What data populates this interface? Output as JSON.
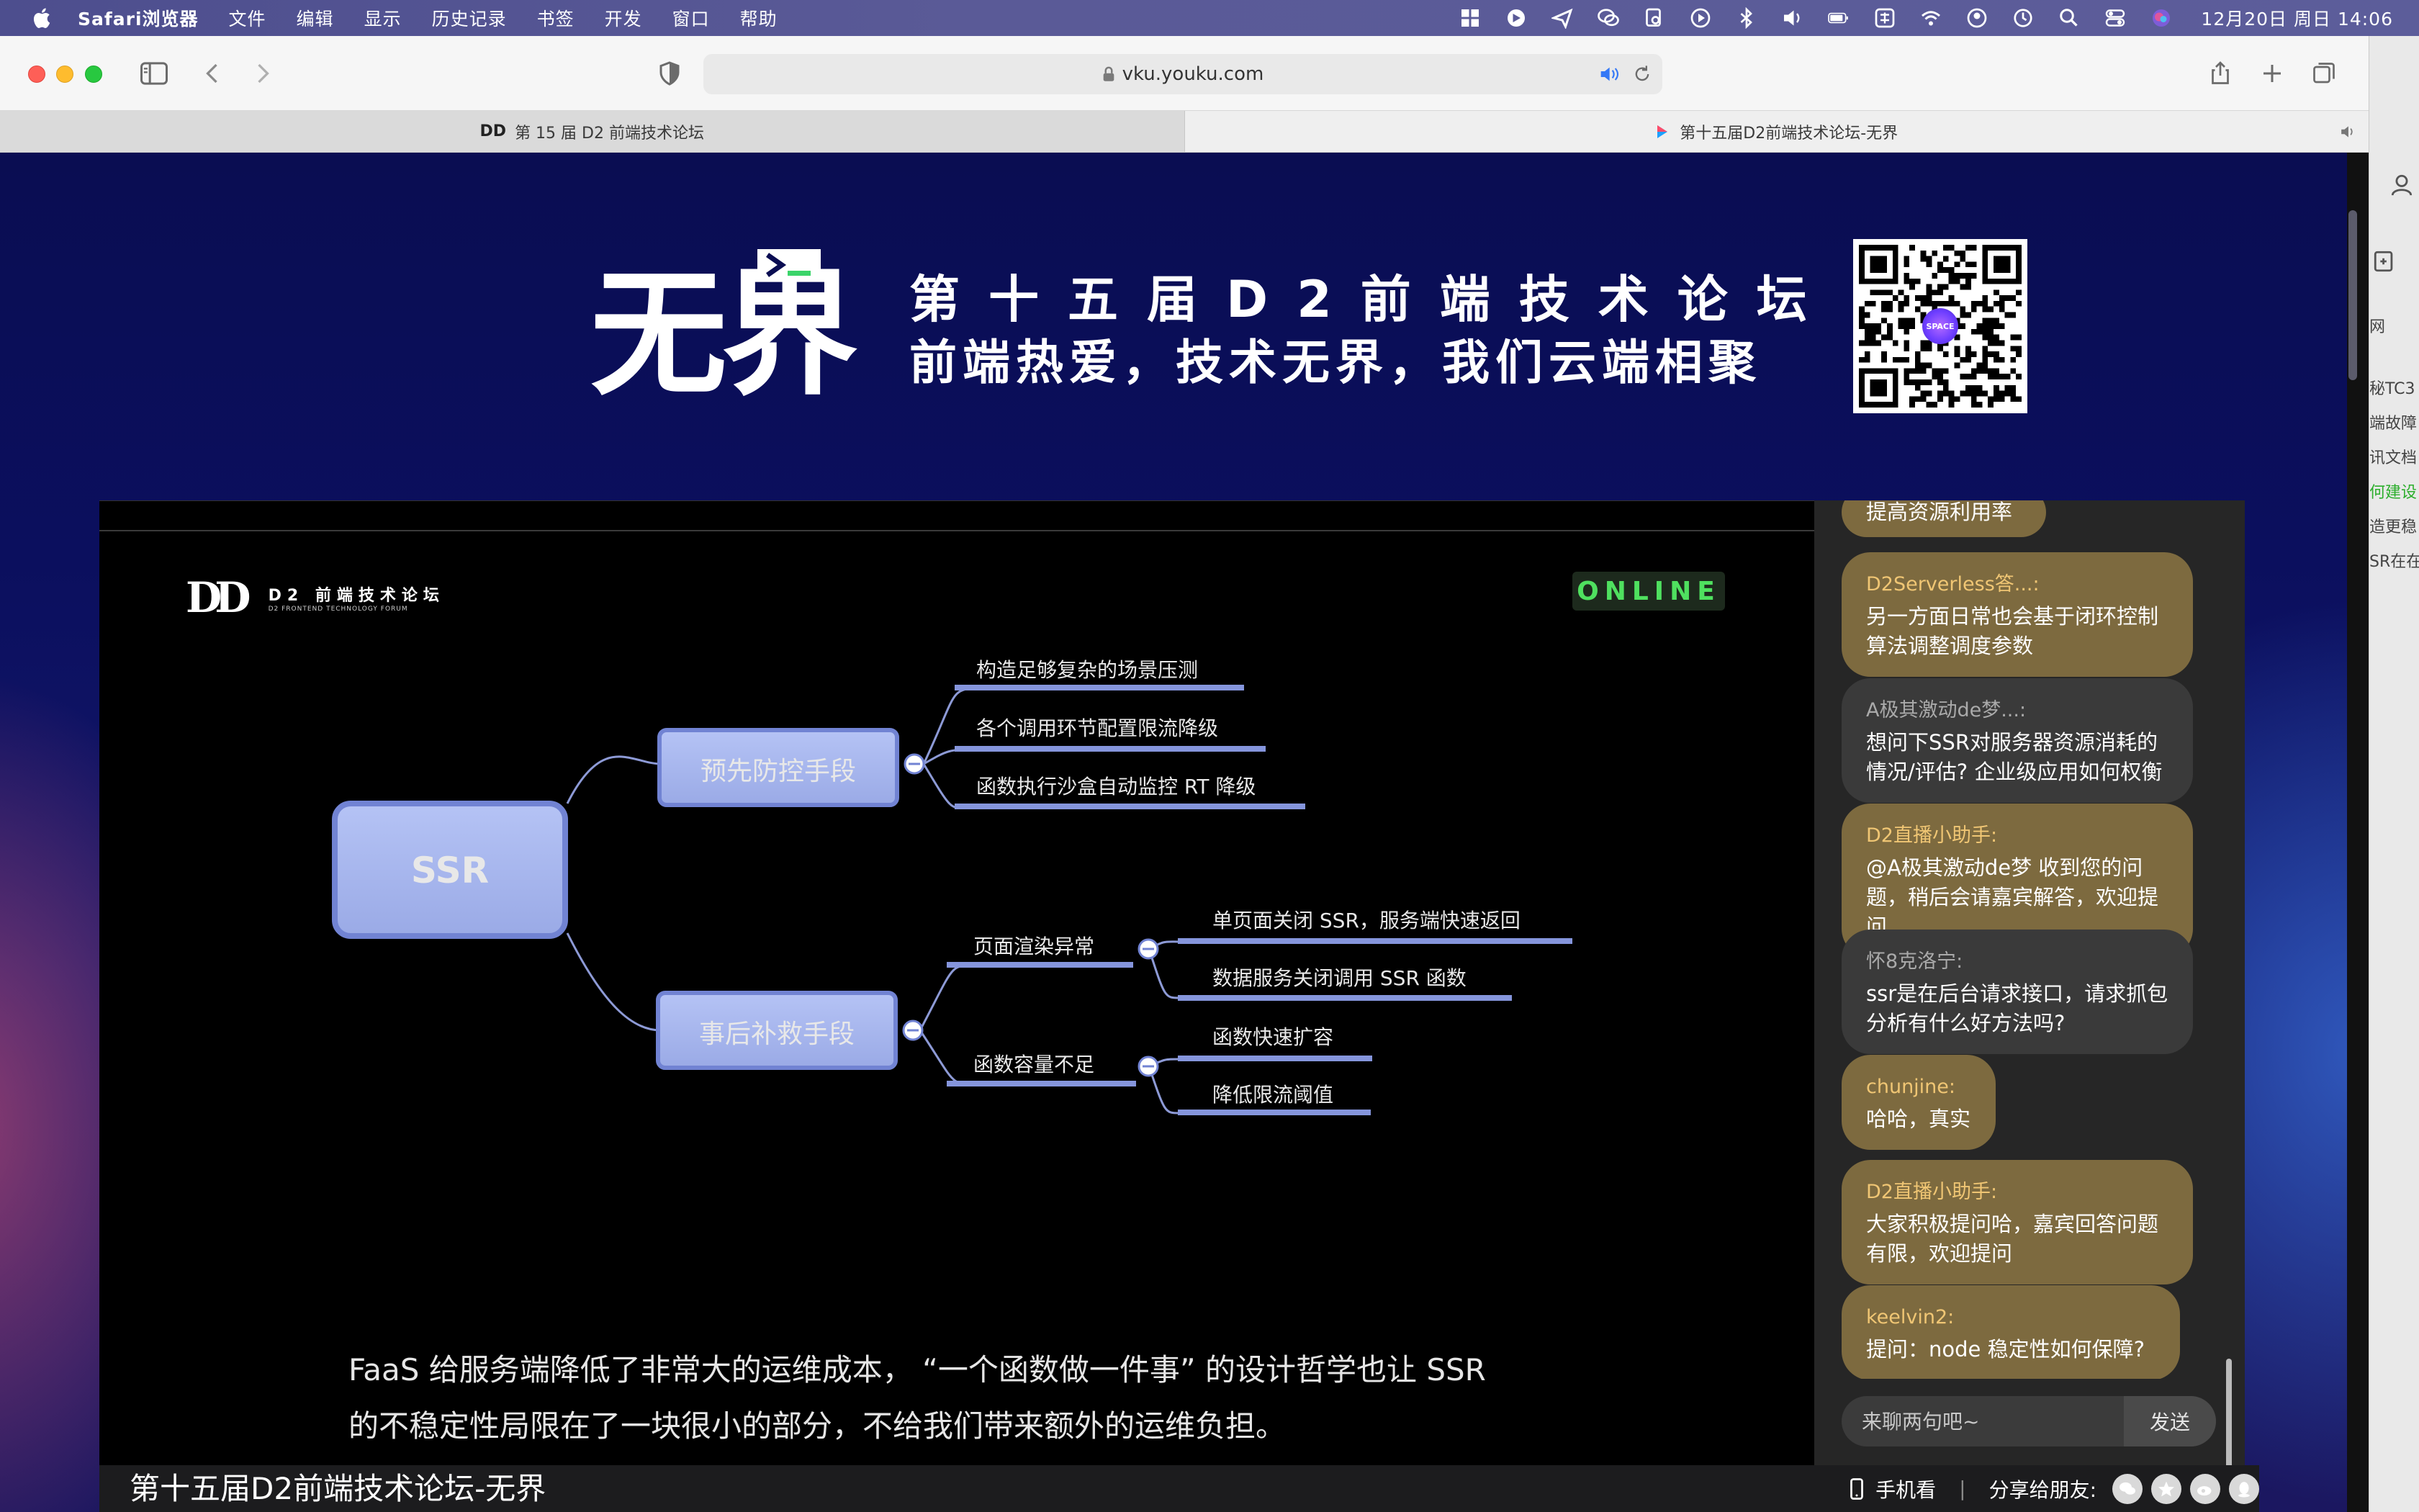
{
  "menubar": {
    "items": [
      "Safari浏览器",
      "文件",
      "编辑",
      "显示",
      "历史记录",
      "书签",
      "开发",
      "窗口",
      "帮助"
    ],
    "clock": "12月20日 周日  14:06"
  },
  "browser": {
    "url": "vku.youku.com",
    "tabs": [
      {
        "label": "第 15 届 D2 前端技术论坛",
        "favicon": "DD"
      },
      {
        "label": "第十五届D2前端技术论坛-无界"
      }
    ]
  },
  "banner": {
    "logo_text": "无界",
    "line1": "第十五届D2前端技术论坛",
    "line2": "前端热爱，技术无界，我们云端相聚",
    "qr_label": "SPACE"
  },
  "slide": {
    "logo_mark": "DD",
    "logo_cn": "D2 前端技术论坛",
    "logo_en": "D2 FRONTEND TECHNOLOGY FORUM",
    "online": "ONLINE",
    "mindmap": {
      "root": "SSR",
      "branch1": "预先防控手段",
      "branch1_items": [
        "构造足够复杂的场景压测",
        "各个调用环节配置限流降级",
        "函数执行沙盒自动监控 RT 降级"
      ],
      "branch2": "事后补救手段",
      "branch2_sub1": "页面渲染异常",
      "branch2_sub1_items": [
        "单页面关闭 SSR，服务端快速返回",
        "数据服务关闭调用 SSR 函数"
      ],
      "branch2_sub2": "函数容量不足",
      "branch2_sub2_items": [
        "函数快速扩容",
        "降低限流阈值"
      ]
    },
    "caption_line1": "FaaS 给服务端降低了非常大的运维成本， “一个函数做一件事” 的设计哲学也让 SSR",
    "caption_line2": "的不稳定性局限在了一块很小的部分，不给我们带来额外的运维负担。"
  },
  "chat": {
    "messages": [
      {
        "user": "",
        "text": "提高资源利用率",
        "style": "gold"
      },
      {
        "user": "D2Serverless答...:",
        "text": "另一方面日常也会基于闭环控制算法调整调度参数",
        "style": "gold"
      },
      {
        "user": "A极其激动de梦...:",
        "text": "想问下SSR对服务器资源消耗的情况/评估? 企业级应用如何权衡",
        "style": "dark"
      },
      {
        "user": "D2直播小助手:",
        "text": "@A极其激动de梦 收到您的问题，稍后会请嘉宾解答，欢迎提问",
        "style": "gold"
      },
      {
        "user": "怀8克洛宁:",
        "text": "ssr是在后台请求接口，请求抓包分析有什么好方法吗?",
        "style": "dark"
      },
      {
        "user": "chunjine:",
        "text": "哈哈，真实",
        "style": "gold"
      },
      {
        "user": "D2直播小助手:",
        "text": "大家积极提问哈，嘉宾回答问题有限，欢迎提问",
        "style": "gold"
      },
      {
        "user": "keelvin2:",
        "text": "提问：node 稳定性如何保障?",
        "style": "gold"
      }
    ],
    "input_placeholder": "来聊两句吧~",
    "send_label": "发送"
  },
  "bottom": {
    "title": "第十五届D2前端技术论坛-无界",
    "mobile_label": "手机看",
    "separator": "|",
    "share_label": "分享给朋友:"
  },
  "right_peek": [
    "秘TC3",
    "端故障",
    "讯文档",
    "何建设",
    "造更稳",
    "SR在在"
  ],
  "colors": {
    "page_bg": "#0b0f5e",
    "node_fill": "#aab9f0",
    "online_green": "#4fe05f",
    "chat_gold": "#7d6a3f",
    "chat_dark": "#3a3a3a"
  }
}
